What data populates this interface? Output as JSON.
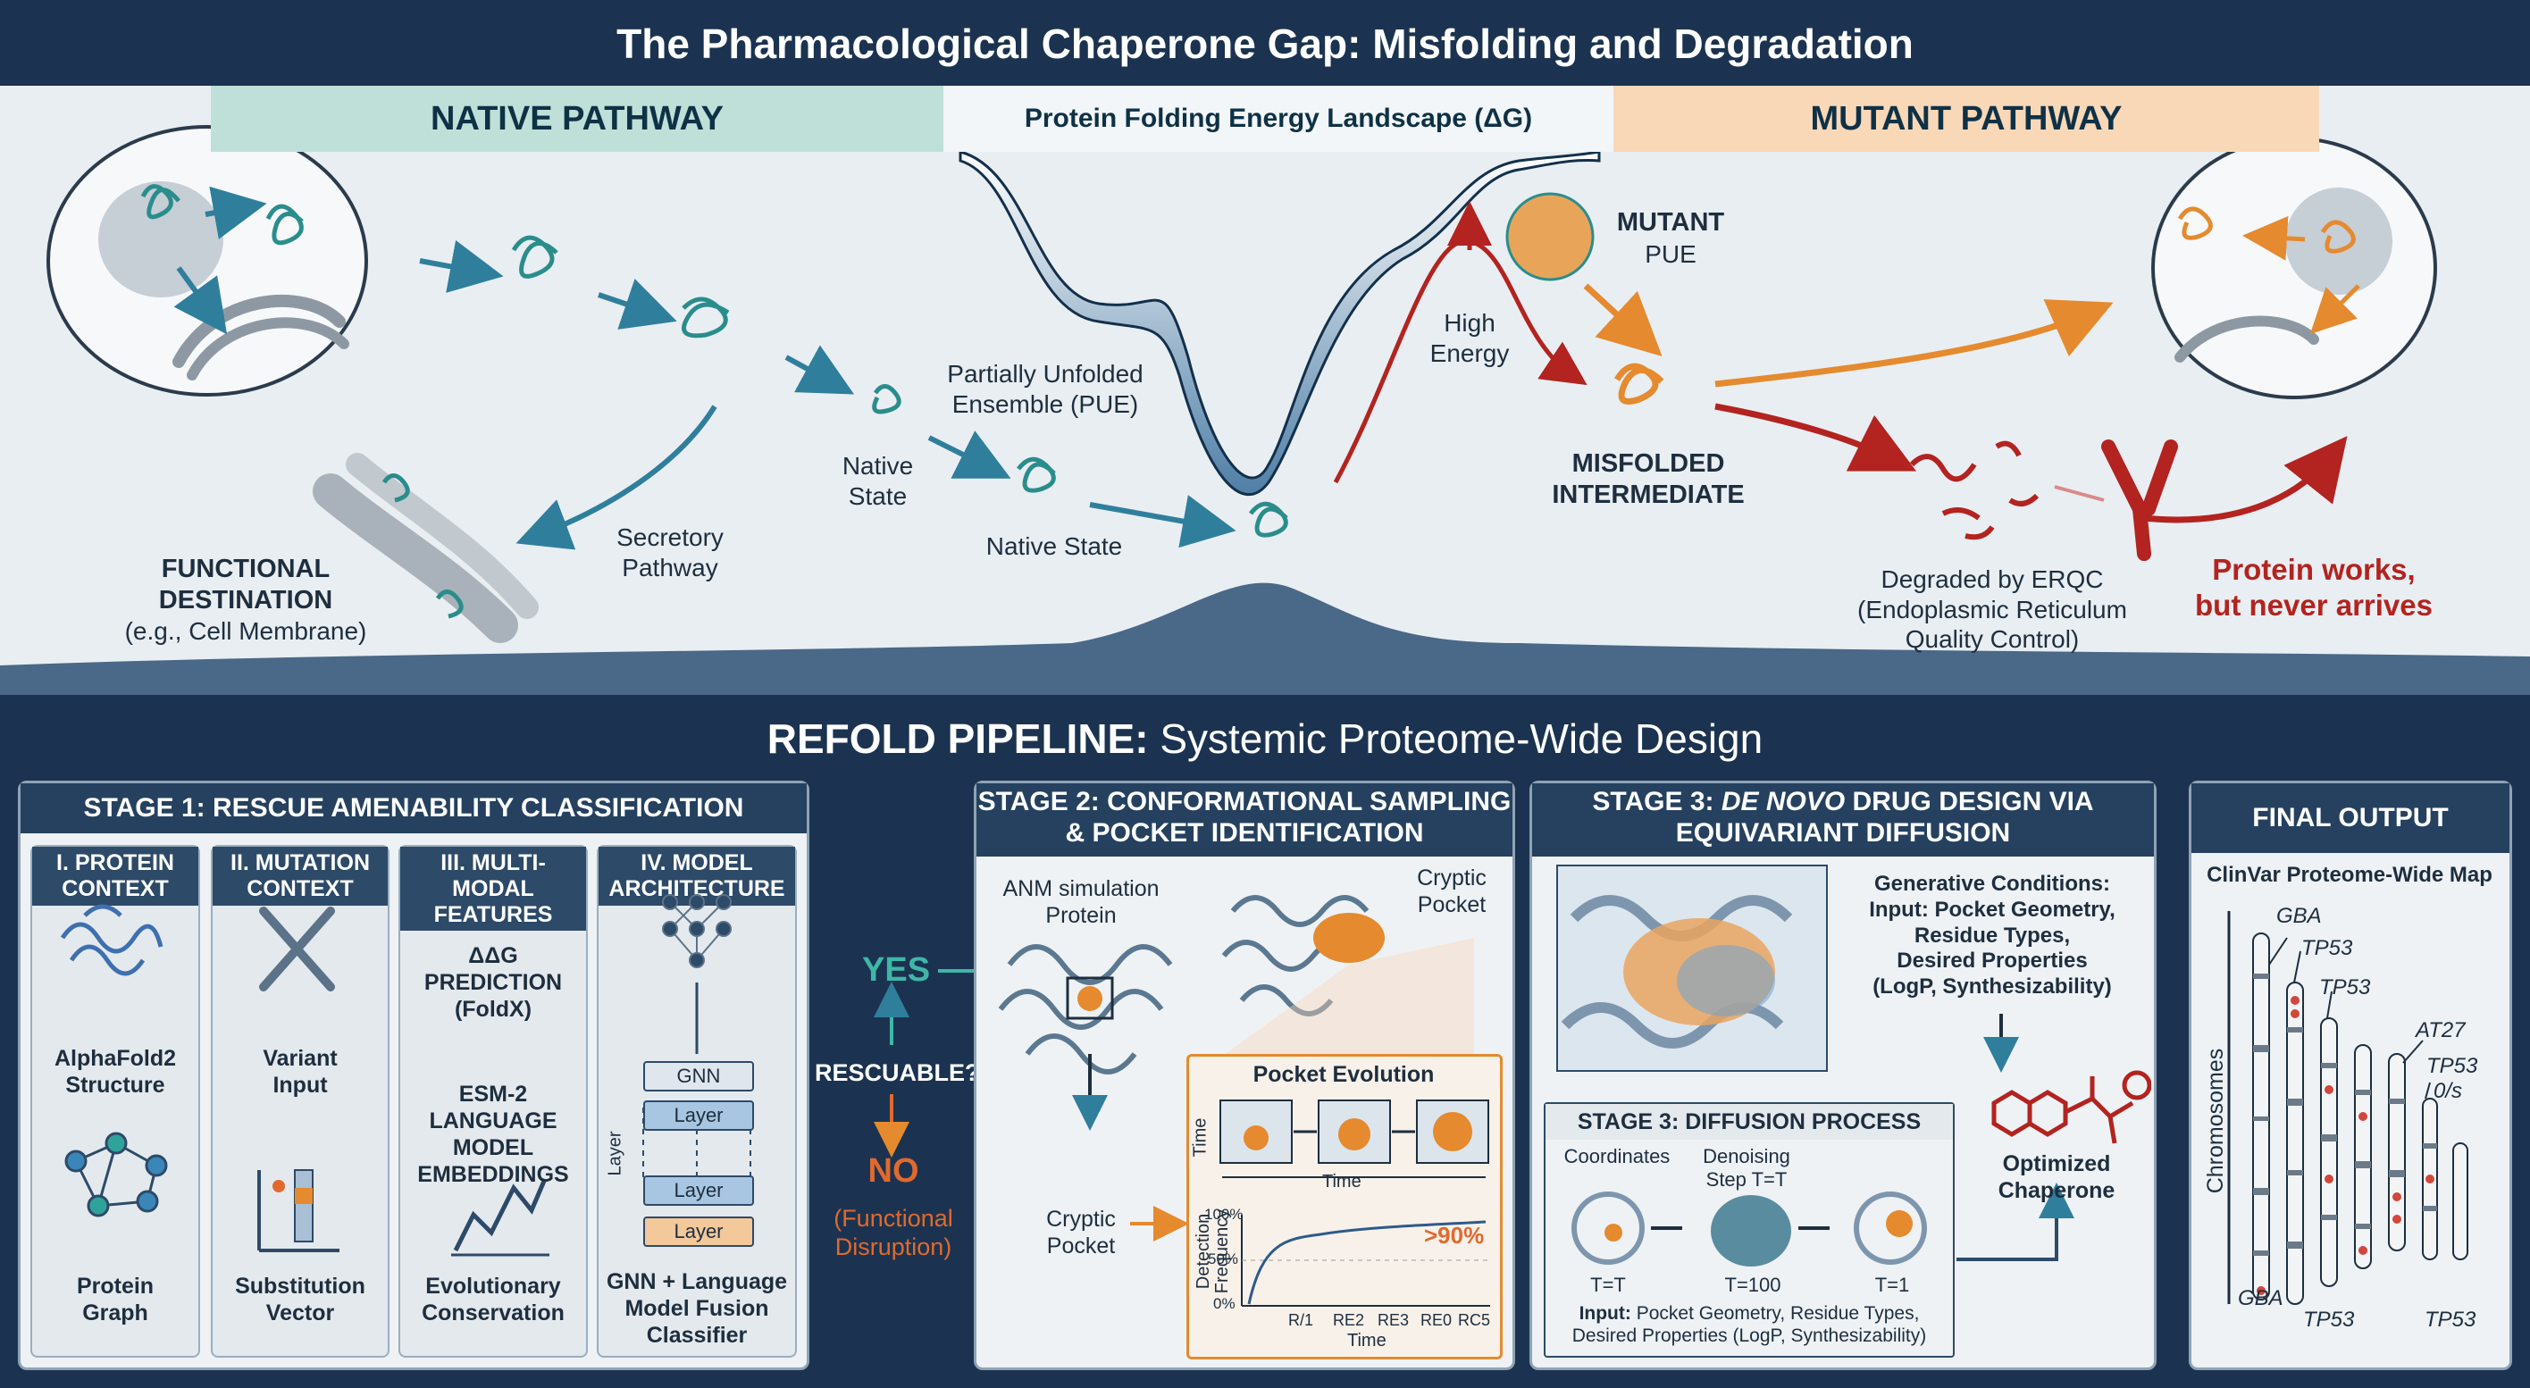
{
  "header": {
    "title": "The Pharmacological Chaperone Gap: Misfolding and Degradation"
  },
  "top": {
    "native_pathway": "NATIVE PATHWAY",
    "landscape_title": "Protein Folding Energy Landscape (ΔG)",
    "mutant_pathway": "MUTANT PATHWAY",
    "functional_destination": "FUNCTIONAL\nDESTINATION",
    "functional_example": "(e.g., Cell Membrane)",
    "secretory_pathway": "Secretory\nPathway",
    "native_state_1": "Native\nState",
    "pue": "Partially Unfolded\nEnsemble (PUE)",
    "native_state_2": "Native State",
    "high_energy": "High\nEnergy",
    "mutant_bold": "MUTANT",
    "mutant_pue": "PUE",
    "misfolded": "MISFOLDED\nINTERMEDIATE",
    "degraded": "Degraded by ERQC\n(Endoplasmic Reticulum\nQuality Control)",
    "works_but": "Protein works,\nbut never arrives"
  },
  "pipeline": {
    "title_bold": "REFOLD PIPELINE:",
    "title_rest": " Systemic Proteome-Wide Design",
    "stage1": {
      "title": "STAGE 1: RESCUE AMENABILITY CLASSIFICATION",
      "col1": {
        "title": "I. PROTEIN\nCONTEXT",
        "item1": "AlphaFold2\nStructure",
        "item2": "Protein\nGraph"
      },
      "col2": {
        "title": "II. MUTATION\nCONTEXT",
        "item1": "Variant\nInput",
        "item2": "Substitution\nVector"
      },
      "col3": {
        "title": "III. MULTI-MODAL\nFEATURES",
        "item1": "ΔΔG\nPREDICTION\n(FoldX)",
        "item2": "ESM-2\nLANGUAGE\nMODEL\nEMBEDDINGS",
        "item3": "Evolutionary\nConservation"
      },
      "col4": {
        "title": "IV. MODEL\nARCHITECTURE",
        "gnn": "GNN",
        "layer": "Layer",
        "layer_side": "Layer",
        "item": "GNN + Language\nModel Fusion\nClassifier"
      }
    },
    "decision": {
      "yes": "YES",
      "question": "RESCUABLE?",
      "no": "NO",
      "no_reason": "(Functional\nDisruption)"
    },
    "stage2": {
      "title": "STAGE 2: CONFORMATIONAL SAMPLING\n& POCKET IDENTIFICATION",
      "anm": "ANM simulation\nProtein",
      "cryptic_top": "Cryptic\nPocket",
      "cryptic_bottom": "Cryptic\nPocket",
      "pocket_evolution": "Pocket Evolution",
      "time_axis": "Time",
      "time_side": "Time",
      "detection": "Detection\nFrequency",
      "pct": ">90%",
      "yticks": [
        "100%",
        "50%",
        "0%"
      ],
      "xticks": [
        "R/1",
        "RE2",
        "RE3",
        "RE0",
        "RC5"
      ],
      "x_axis": "Time"
    },
    "stage3": {
      "title_a": "STAGE 3: ",
      "title_em": "DE NOVO",
      "title_b": " DRUG DESIGN VIA\nEQUIVARIANT DIFFUSION",
      "gen_cond": "Generative Conditions:\nInput: Pocket Geometry,\nResidue Types,\nDesired Properties\n(LogP, Synthesizability)",
      "optimized": "Optimized\nChaperone",
      "diffusion_title": "STAGE 3: DIFFUSION PROCESS",
      "coordinates": "Coordinates",
      "denoising": "Denoising\nStep T=T",
      "t1": "T=T",
      "t2": "T=100",
      "t3": "T=1",
      "input_bold": "Input:",
      "input_rest": " Pocket Geometry, Residue Types,\nDesired Properties (LogP, Synthesizability)"
    },
    "final": {
      "title": "FINAL OUTPUT",
      "map_title": "ClinVar Proteome-Wide Map",
      "axis": "Chromosomes",
      "labels": [
        "GBA",
        "TP53",
        "TP53",
        "AT27",
        "TP53",
        "0/s",
        "GBA",
        "TP53",
        "TP53"
      ]
    }
  },
  "colors": {
    "navy": "#1b3350",
    "teal": "#2e8f8a",
    "orange": "#e58a2e",
    "red": "#b3231f"
  }
}
